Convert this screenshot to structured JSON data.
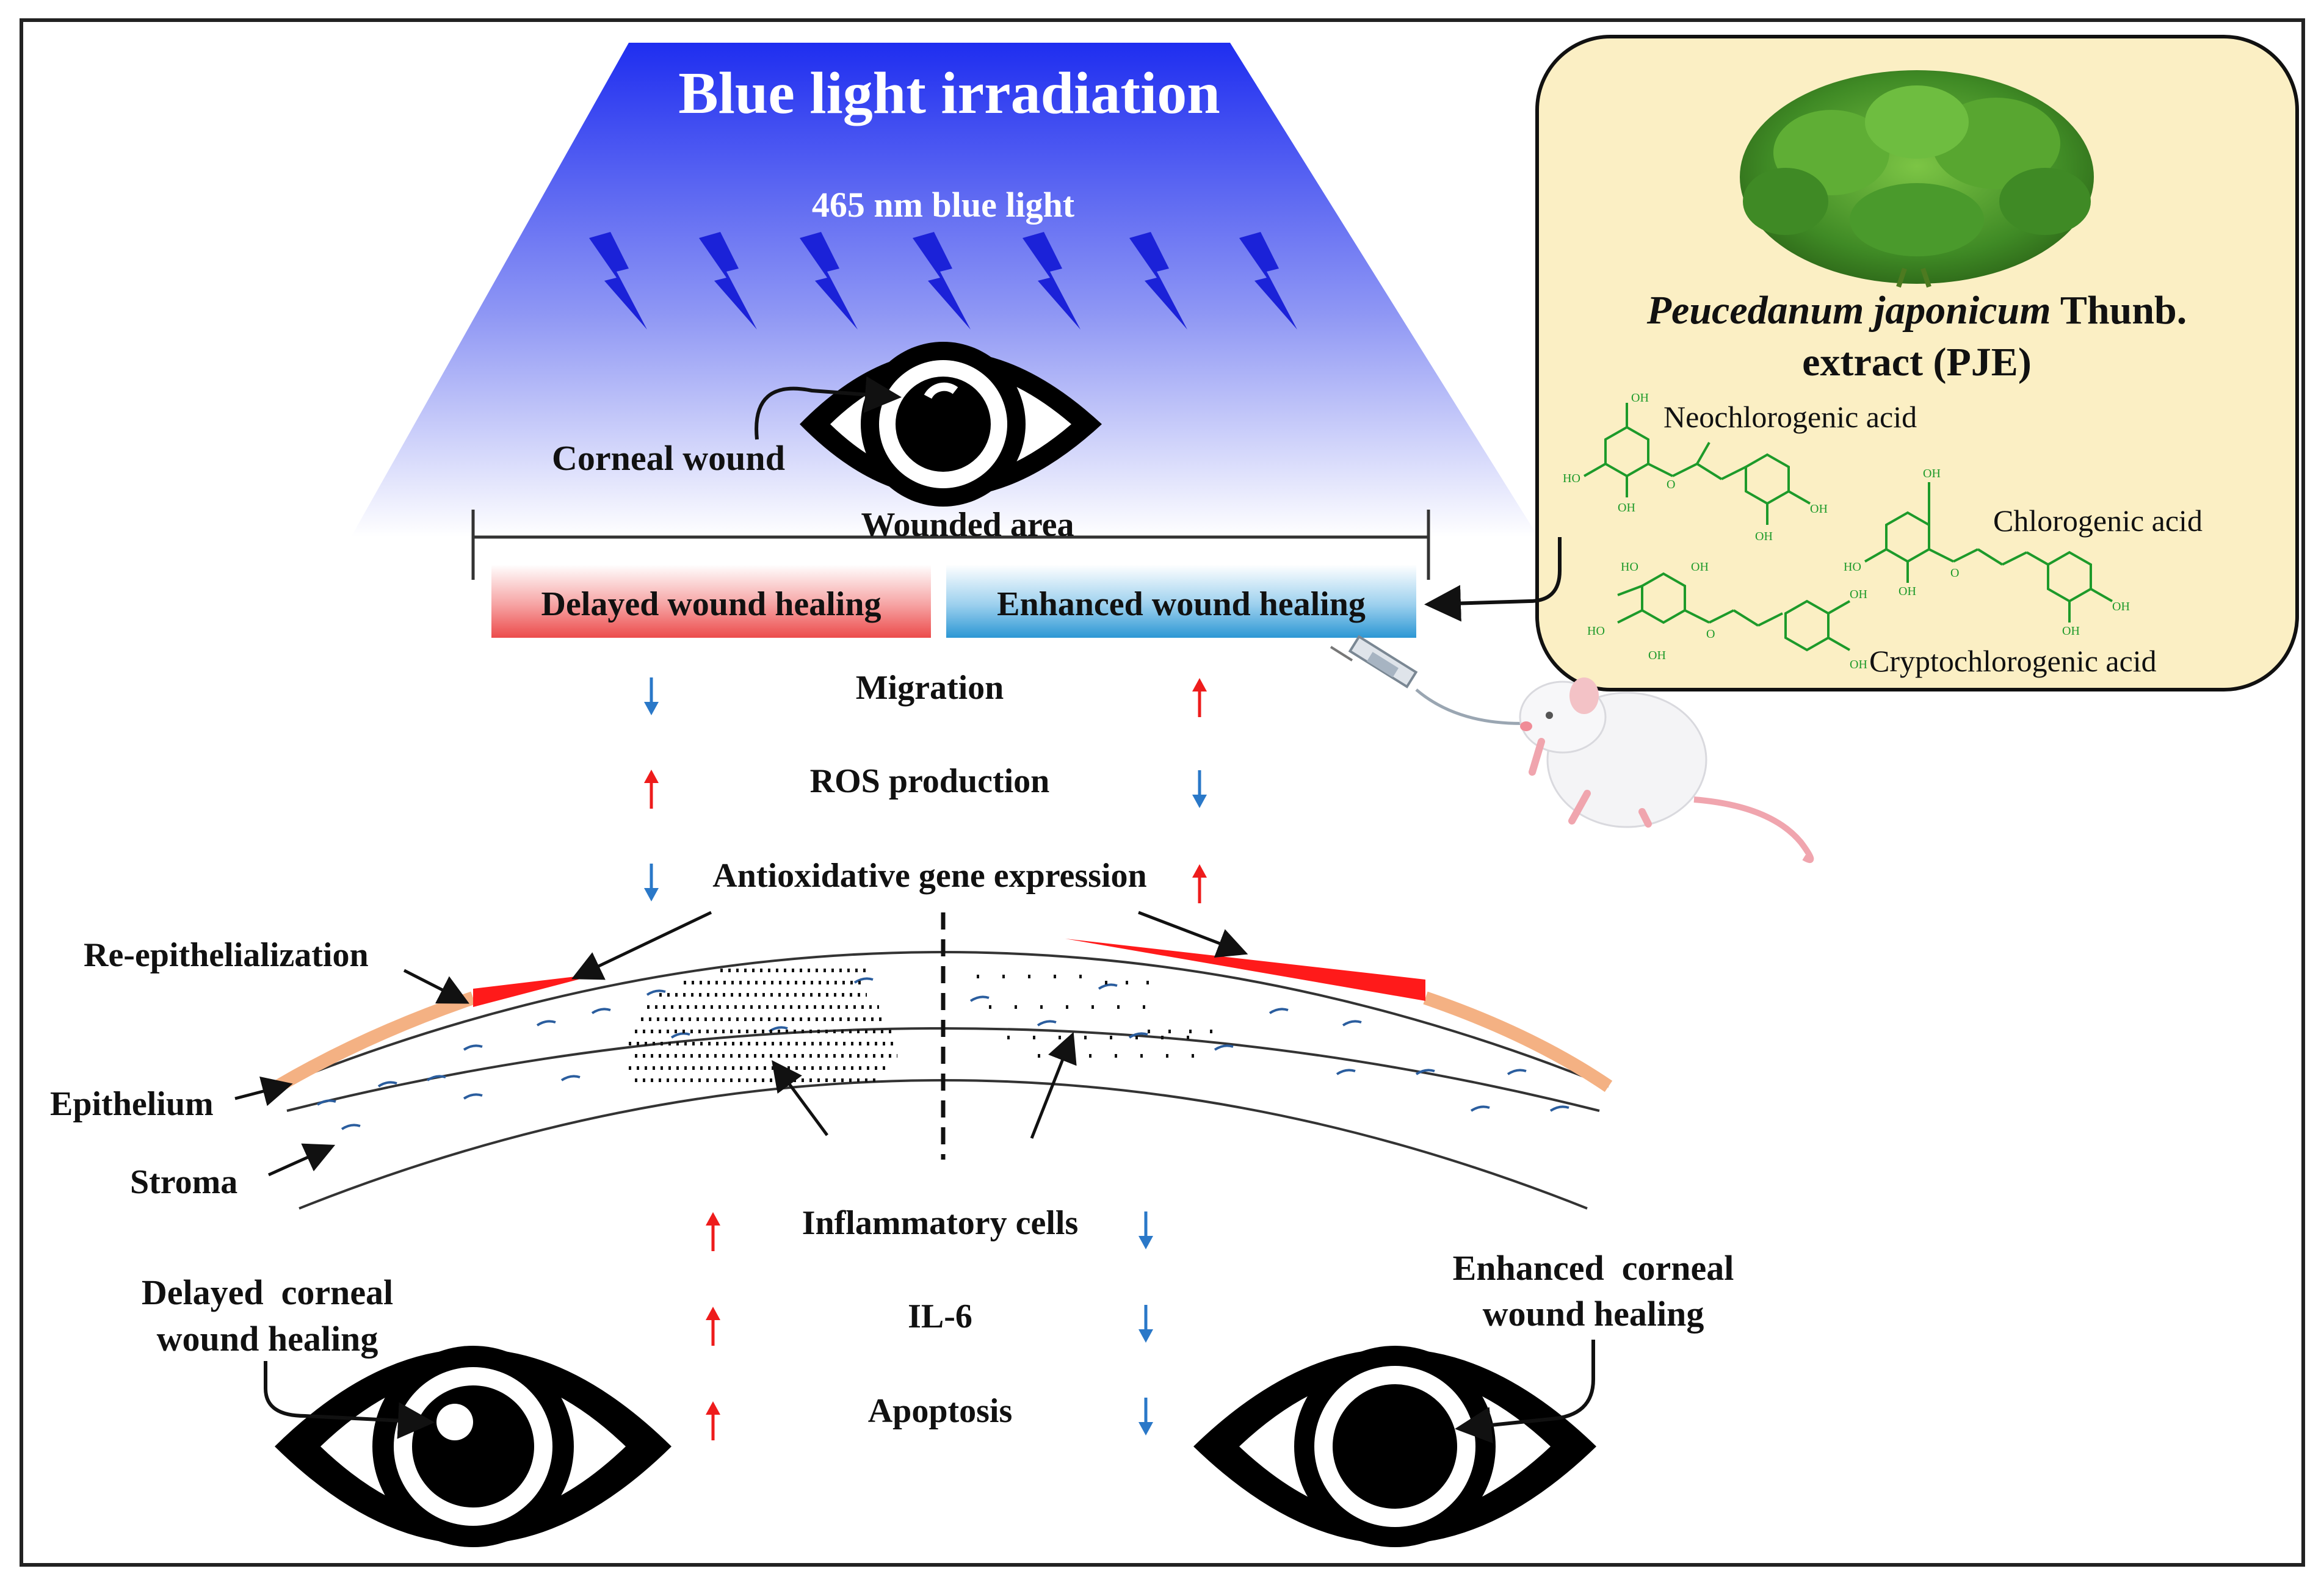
{
  "top": {
    "title": "Blue light irradiation",
    "wavelength_label": "465 nm blue light",
    "corneal_wound_label": "Corneal wound",
    "wounded_area_label": "Wounded area"
  },
  "plant_panel": {
    "title_italic": "Peucedanum japonicum",
    "title_suffix": " Thunb.",
    "title_line2": "extract (PJE)",
    "compounds": [
      "Neochlorogenic acid",
      "Chlorogenic acid",
      "Cryptochlorogenic acid"
    ],
    "molecule_labels": {
      "oh": "OH",
      "ho": "HO",
      "o": "O"
    }
  },
  "healing_bars": {
    "delayed": "Delayed wound healing",
    "enhanced": "Enhanced wound healing"
  },
  "top_markers": [
    {
      "label": "Migration",
      "left": "down",
      "right": "up"
    },
    {
      "label": "ROS production",
      "left": "up",
      "right": "down"
    },
    {
      "label": "Antioxidative gene expression",
      "left": "down",
      "right": "up"
    }
  ],
  "cornea_labels": {
    "re_epithelialization": "Re-epithelialization",
    "epithelium": "Epithelium",
    "stroma": "Stroma"
  },
  "bottom_markers": [
    {
      "label": "Inflammatory cells",
      "left": "up",
      "right": "down"
    },
    {
      "label": "IL-6",
      "left": "up",
      "right": "down"
    },
    {
      "label": "Apoptosis",
      "left": "up",
      "right": "down"
    }
  ],
  "outcomes": {
    "delayed_line1": "Delayed  corneal",
    "delayed_line2": "wound healing",
    "enhanced_line1": "Enhanced  corneal",
    "enhanced_line2": "wound healing"
  },
  "colors": {
    "blue_light": "#1f2ef0",
    "delayed_bar": "#f26b6b",
    "enhanced_bar": "#5fb3e2",
    "up_arrow": "#ee1c1c",
    "down_arrow": "#2a78c8",
    "plant_panel_bg": "#fbefc4",
    "molecule": "#1d9a2a",
    "epithelium": "#f4b183",
    "re_epi": "#ff1a1a"
  }
}
